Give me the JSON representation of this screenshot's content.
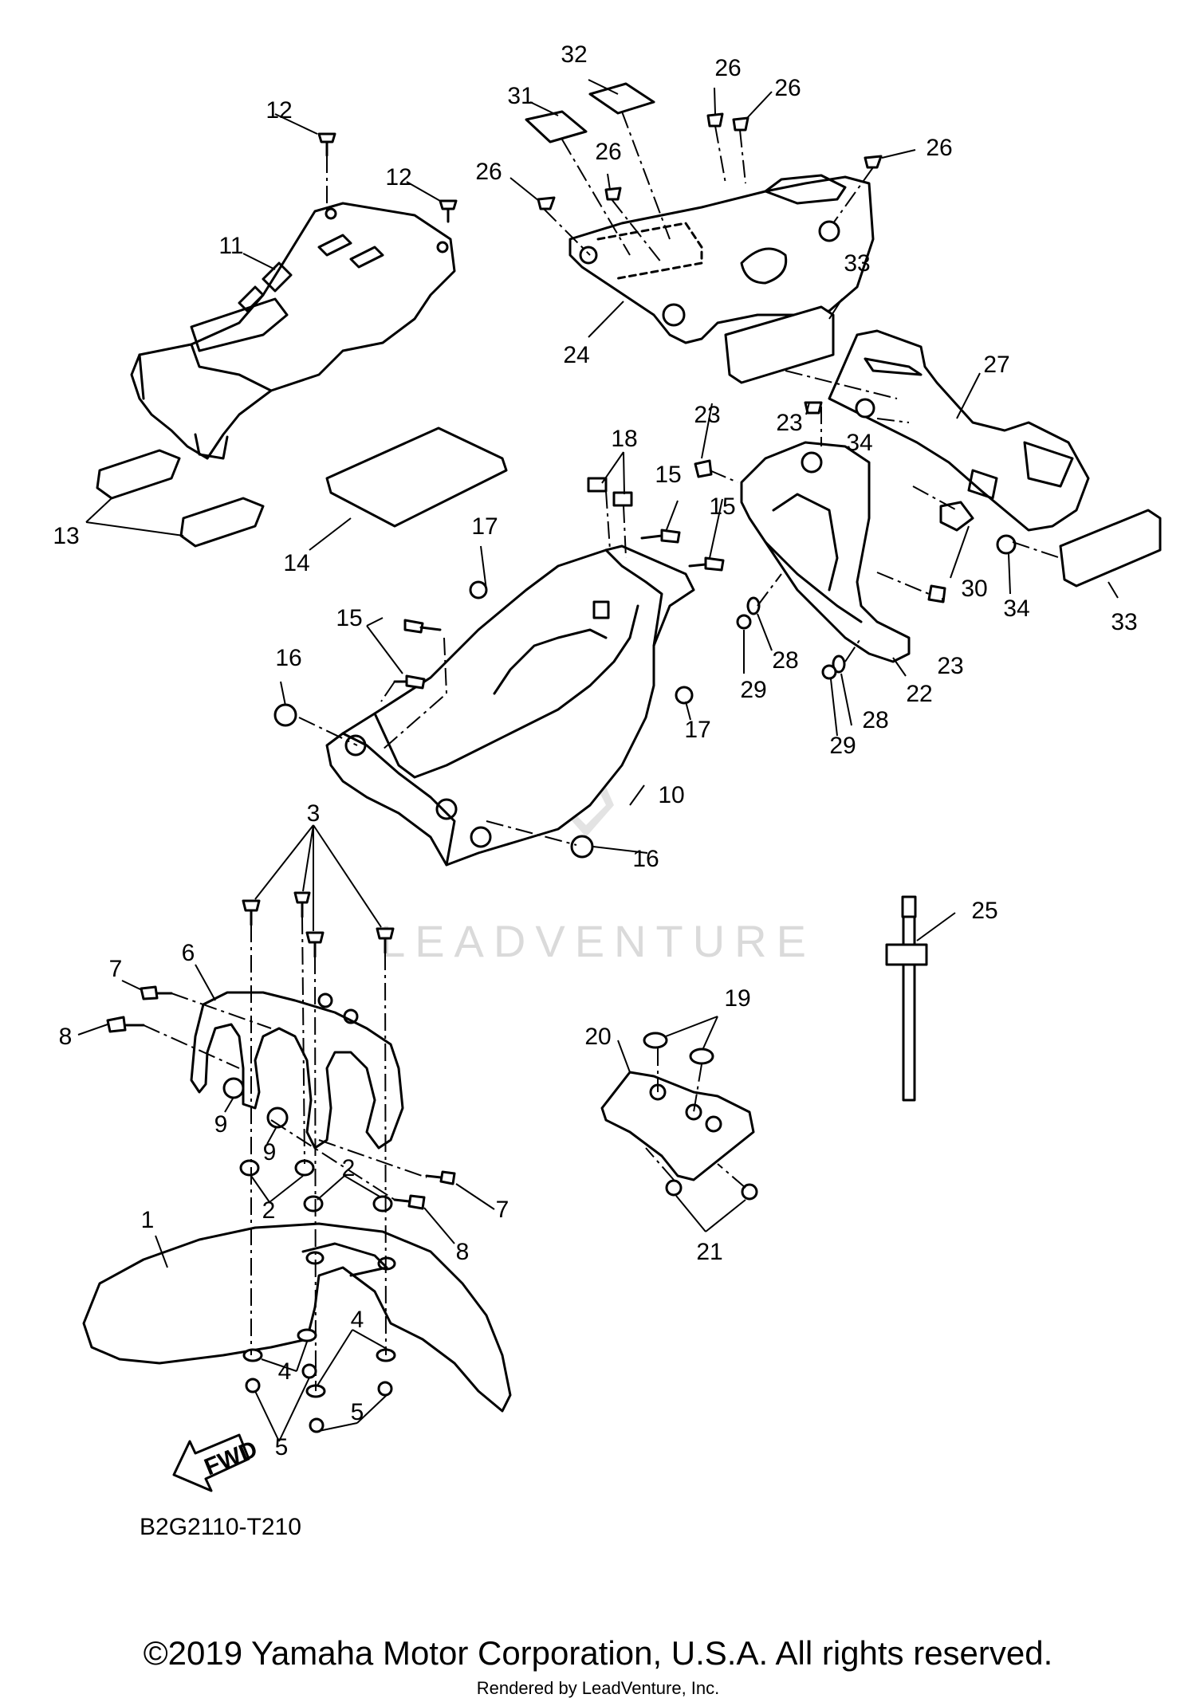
{
  "diagram": {
    "drawing_code": "B2G2110-T210",
    "fwd_label": "FWD",
    "watermark": "LEADVENTURE",
    "callouts": [
      "1",
      "2",
      "2",
      "3",
      "4",
      "4",
      "5",
      "5",
      "6",
      "7",
      "7",
      "8",
      "8",
      "9",
      "9",
      "10",
      "11",
      "12",
      "12",
      "13",
      "14",
      "15",
      "15",
      "15",
      "16",
      "16",
      "17",
      "17",
      "18",
      "19",
      "20",
      "21",
      "22",
      "23",
      "23",
      "23",
      "24",
      "25",
      "26",
      "26",
      "26",
      "26",
      "26",
      "27",
      "28",
      "28",
      "29",
      "29",
      "30",
      "31",
      "32",
      "33",
      "33",
      "34",
      "34"
    ]
  },
  "footer": {
    "copyright": "©2019 Yamaha Motor Corporation, U.S.A. All rights reserved.",
    "rendered_by": "Rendered by LeadVenture, Inc."
  }
}
